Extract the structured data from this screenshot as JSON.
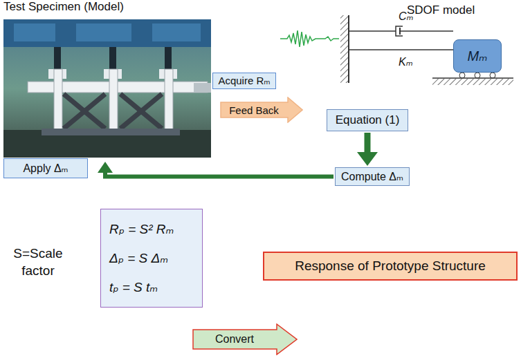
{
  "diagram": {
    "nodes": [
      {
        "text": [
          "Test Specimen (Model)"
        ]
      },
      {
        "text": [
          "Acquire Rₘ"
        ]
      },
      {
        "text": [
          "Mₘ"
        ]
      },
      {
        "text": [
          "Feed Back"
        ]
      },
      {
        "text": [
          "Equation (1)"
        ]
      },
      {
        "text": [
          "Compute Δₘ"
        ]
      },
      {
        "text": [
          "Apply Δₘ"
        ]
      },
      {
        "text": [
          "Rₚ = S² Rₘ",
          "Δₚ = S Δₘ",
          "tₚ = S tₘ"
        ]
      },
      {
        "text": [
          "Response of Prototype Structure"
        ]
      },
      {
        "text": [
          "Convert"
        ]
      }
    ],
    "edges": [
      {
        "from": 4,
        "to": 5,
        "arrow": "to"
      },
      {
        "from": 5,
        "to": 0,
        "arrow": "to"
      }
    ],
    "labels": [
      "SDOF model",
      "Cₘ",
      "Kₘ",
      "S=Scale factor"
    ]
  }
}
